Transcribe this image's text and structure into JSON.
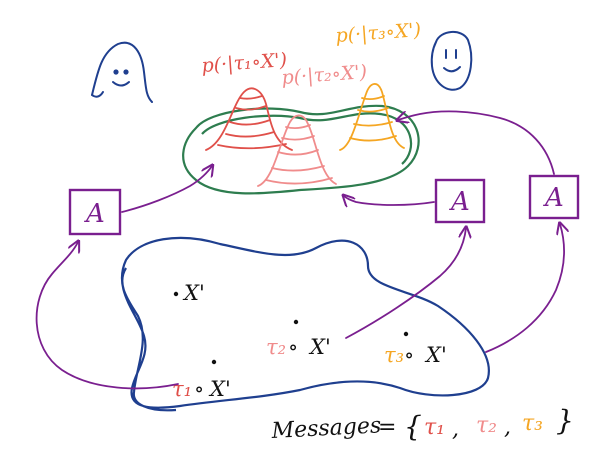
{
  "colors": {
    "blue": "#1f3f8f",
    "green": "#2e7d4f",
    "purple": "#7a1f8f",
    "red": "#e0504a",
    "pink": "#f08c8c",
    "orange": "#f5a623",
    "black": "#111111"
  },
  "distributions": {
    "tau1": "p(·|τ₁∘X')",
    "tau2": "p(·|τ₂∘X')",
    "tau3": "p(·|τ₃∘X')"
  },
  "points": {
    "x_prime": "X'",
    "tau1": "τ₁",
    "tau2": "τ₂",
    "tau3": "τ₃",
    "compose": "∘"
  },
  "messages": {
    "label": "Messages",
    "equals": "=",
    "open": "{",
    "close": "}",
    "comma": ",",
    "items": [
      "τ₁",
      "τ₂",
      "τ₃"
    ]
  },
  "agent_label": "A",
  "icons": [
    "person-left-icon",
    "person-right-icon"
  ]
}
